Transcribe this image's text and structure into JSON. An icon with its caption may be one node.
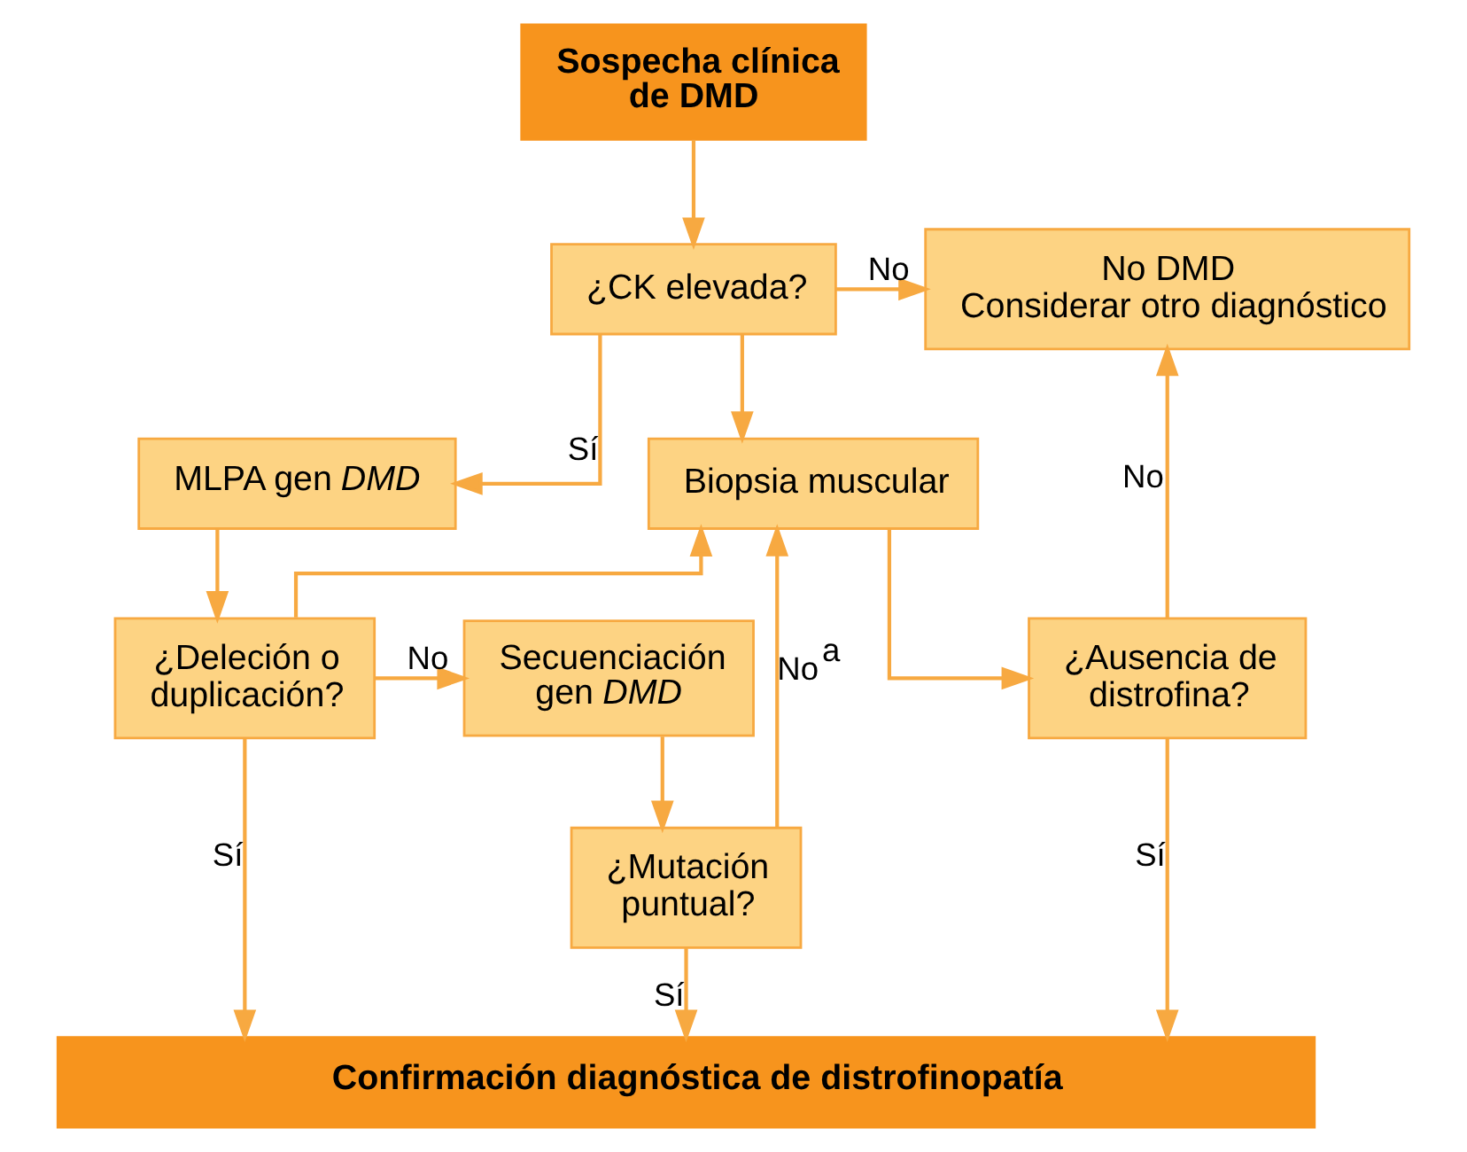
{
  "diagram": {
    "nodes": [
      {
        "text": [
          "Sospecha clínica de DMD"
        ]
      },
      {
        "text": [
          "¿CK elevada?"
        ]
      },
      {
        "text": [
          "No DMD Considerar otro diagnóstico"
        ]
      },
      {
        "text": [
          "MLPA gen *DMD*"
        ]
      },
      {
        "text": [
          "Biopsia muscular"
        ]
      },
      {
        "text": [
          "¿Deleción o duplicación?"
        ]
      },
      {
        "text": [
          "Secuenciación gen *DMD*"
        ]
      },
      {
        "text": [
          "¿Ausencia de distrofina?"
        ]
      },
      {
        "text": [
          "¿Mutación puntual?"
        ]
      },
      {
        "text": [
          "Confirmación diagnóstica de distrofinopatía"
        ]
      }
    ],
    "edges": [
      {
        "from": 0,
        "to": 1,
        "arrow": "to"
      },
      {
        "from": 1,
        "to": 2,
        "arrow": "to",
        "label": "No"
      },
      {
        "from": 1,
        "to": 3,
        "arrow": "to",
        "label": "Sí"
      },
      {
        "from": 1,
        "to": 4,
        "arrow": "to"
      },
      {
        "from": 3,
        "to": 5,
        "arrow": "to"
      },
      {
        "from": 5,
        "to": 6,
        "arrow": "to",
        "label": "No"
      },
      {
        "from": 5,
        "to": 4,
        "arrow": "to"
      },
      {
        "from": 6,
        "to": 8,
        "arrow": "to"
      },
      {
        "from": 8,
        "to": 4,
        "arrow": "to",
        "label": "No$^{a}$"
      },
      {
        "from": 4,
        "to": 7,
        "arrow": "to"
      },
      {
        "from": 7,
        "to": 2,
        "arrow": "to",
        "label": "No"
      },
      {
        "from": 5,
        "to": 9,
        "arrow": "to",
        "label": "Sí"
      },
      {
        "from": 8,
        "to": 9,
        "arrow": "to",
        "label": "Sí"
      },
      {
        "from": 7,
        "to": 9,
        "arrow": "to",
        "label": "Sí"
      }
    ]
  }
}
